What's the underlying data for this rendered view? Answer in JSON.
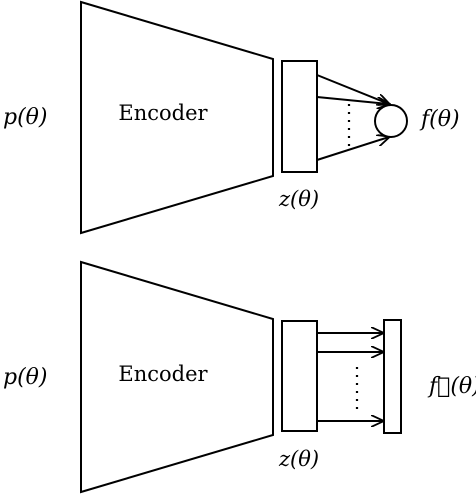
{
  "top_diagram": {
    "input_label": "p(θ)",
    "encoder_label": "Encoder",
    "latent_label": "z(θ)",
    "output_label": "f(θ)"
  },
  "bottom_diagram": {
    "input_label": "p(θ)",
    "encoder_label": "Encoder",
    "latent_label": "z(θ)",
    "output_label": "f⃗(θ)"
  }
}
